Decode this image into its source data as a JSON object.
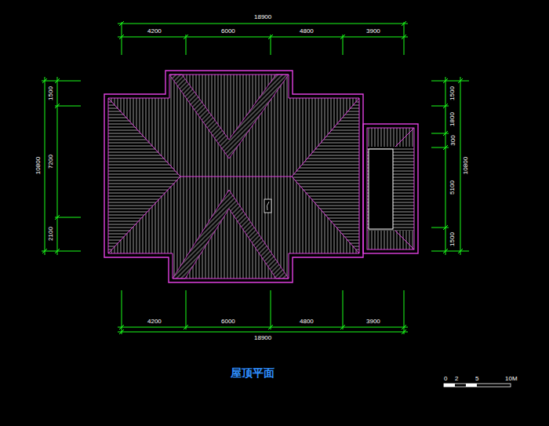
{
  "diagram": {
    "title": "屋顶平面",
    "labels": [
      "18900",
      "4200",
      "6000",
      "4800",
      "3900",
      "4200",
      "6000",
      "4800",
      "3900",
      "18900",
      "1500",
      "7200",
      "2100",
      "10800",
      "1500",
      "1800",
      "300",
      "5100",
      "1500",
      "10800",
      "0",
      "2",
      "5",
      "10M"
    ]
  }
}
